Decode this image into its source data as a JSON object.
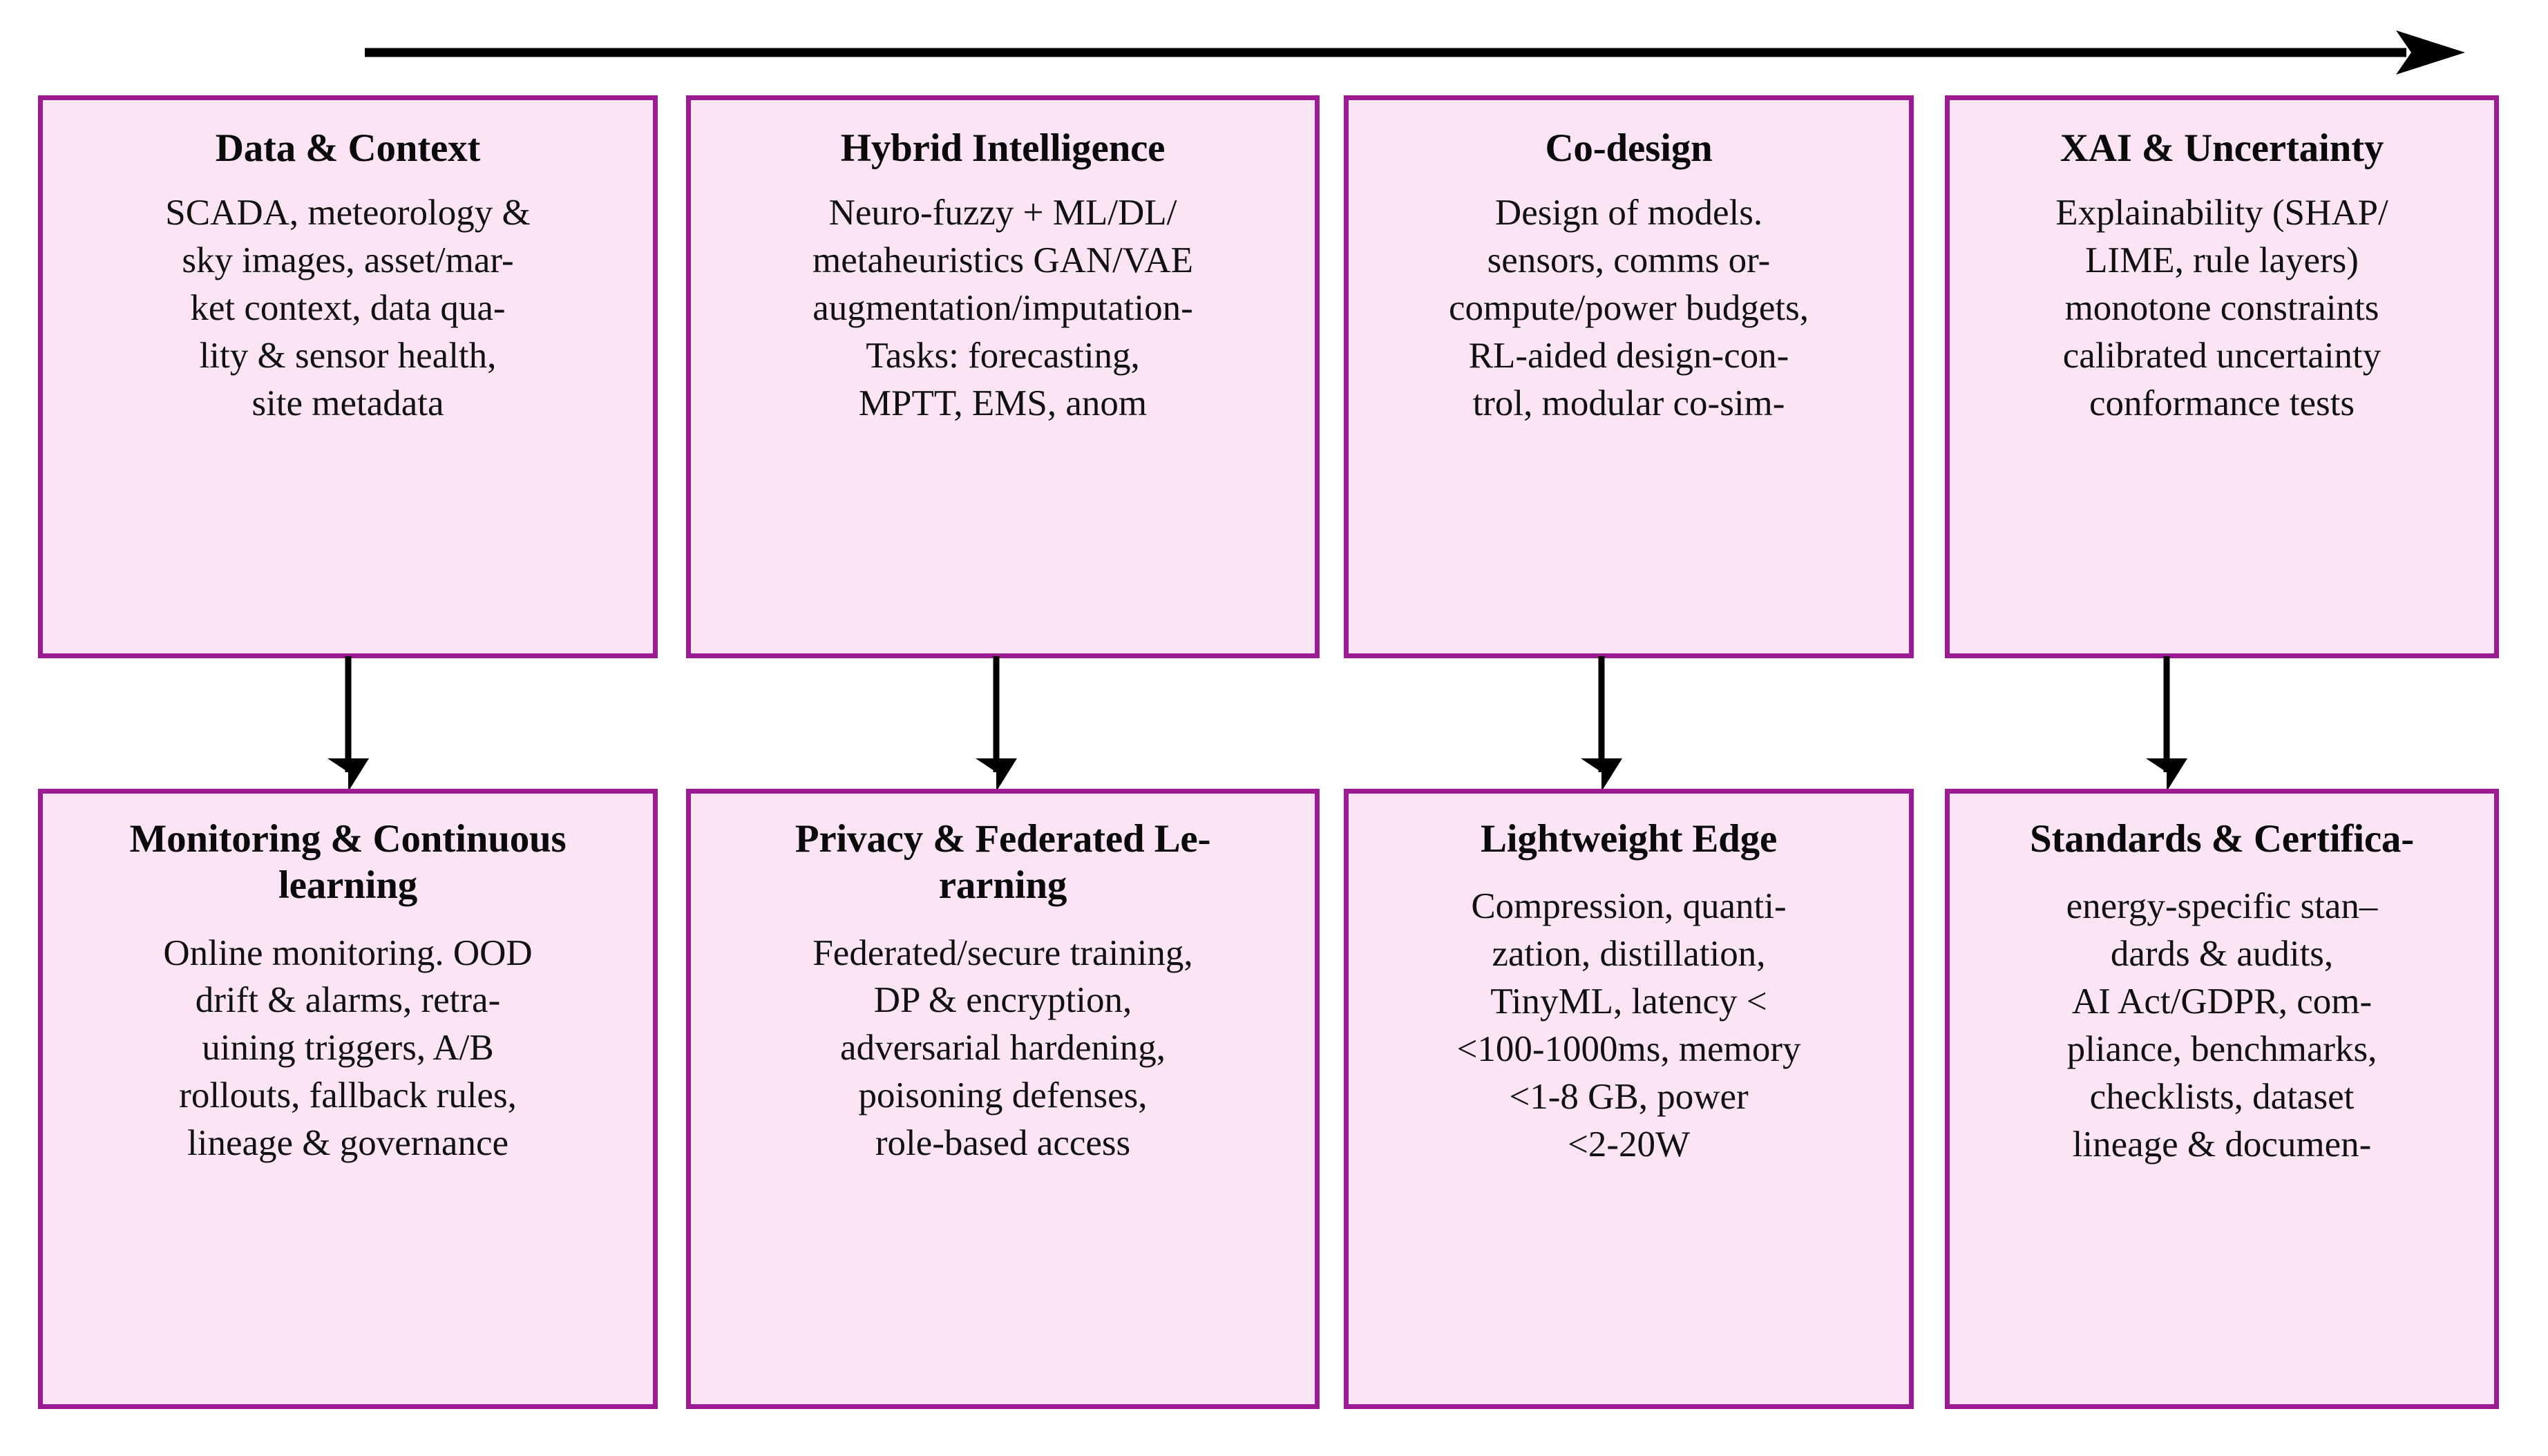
{
  "diagram": {
    "flow_arrow": {
      "name": "progression-arrow",
      "direction": "left-to-right"
    },
    "colors": {
      "border": "#9c1a92",
      "fill": "#fbe4f3",
      "text": "#111111",
      "arrow": "#000000",
      "background": "#ffffff"
    },
    "top_row": [
      {
        "title": "Data & Context",
        "body": "SCADA, meteorology &\nsky images, asset/mar-\nket context, data qua-\nlity & sensor health,\nsite metadata"
      },
      {
        "title": "Hybrid Intelligence",
        "body": "Neuro-fuzzy + ML/DL/\nmetaheuristics GAN/VAE\naugmentation/imputation-\nTasks: forecasting,\nMPTT, EMS, anom"
      },
      {
        "title": "Co-design",
        "body": "Design of models.\nsensors, comms or-\ncompute/power budgets,\nRL-aided design-con-\ntrol, modular co-sim-"
      },
      {
        "title": "XAI & Uncertainty",
        "body": "Explainability (SHAP/\nLIME, rule layers)\nmonotone constraints\ncalibrated uncertainty\nconformance tests"
      }
    ],
    "bottom_row": [
      {
        "title": "Monitoring & Continuous\nlearning",
        "body": "Online monitoring. OOD\ndrift & alarms, retra-\nuining triggers, A/B\nrollouts, fallback rules,\nlineage & governance"
      },
      {
        "title": "Privacy & Federated Le-\nrarning",
        "body": "Federated/secure training,\nDP & encryption,\nadversarial hardening,\npoisoning defenses,\nrole-based access"
      },
      {
        "title": "Lightweight Edge",
        "body": "Compression, quanti-\nzation, distillation,\nTinyML, latency <\n<100-1000ms, memory\n<1-8 GB, power\n<2-20W"
      },
      {
        "title": "Standards & Certifica-",
        "body": "energy-specific stan–\ndards & audits,\nAI Act/GDPR, com-\npliance, benchmarks,\nchecklists, dataset\nlineage & documen-"
      }
    ],
    "connectors": [
      {
        "from": "Data & Context",
        "to": "Monitoring & Continuous learning"
      },
      {
        "from": "Hybrid Intelligence",
        "to": "Privacy & Federated Le-rarning"
      },
      {
        "from": "Co-design",
        "to": "Lightweight Edge"
      },
      {
        "from": "XAI & Uncertainty",
        "to": "Standards & Certifica-"
      }
    ]
  }
}
